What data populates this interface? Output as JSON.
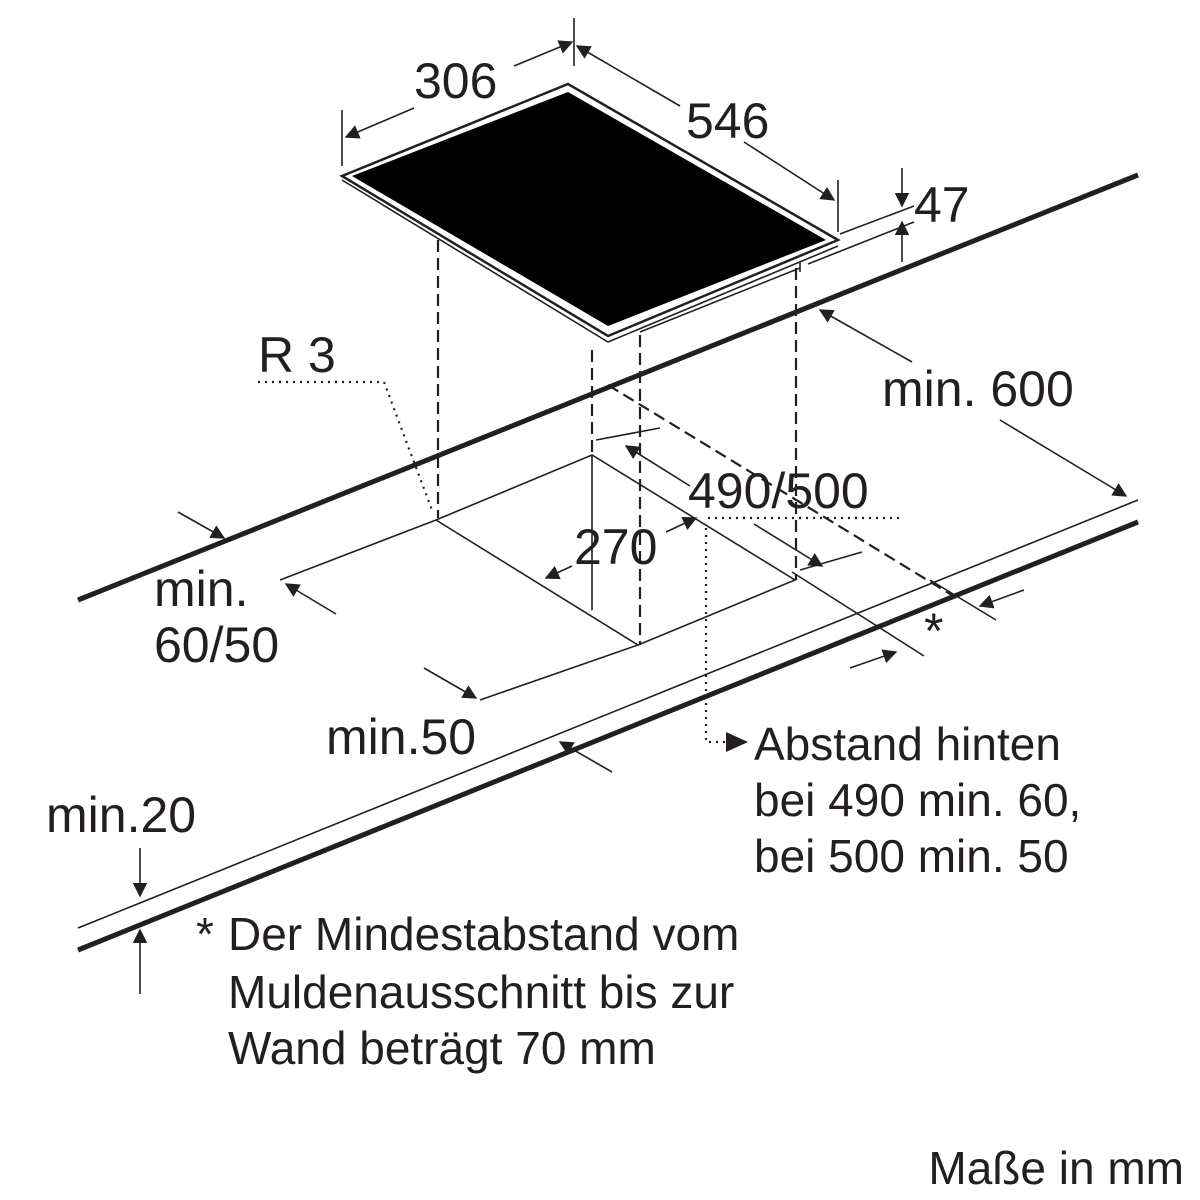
{
  "dimensions": {
    "width": "306",
    "depth": "546",
    "height": "47",
    "min_depth": "min. 600",
    "radius": "R 3",
    "cutout_depth": "490/500",
    "cutout_width": "270",
    "min_front_line1": "min.",
    "min_front_line2": "60/50",
    "min_side": "min.50",
    "min_worktop": "min.20",
    "asterisk": "*"
  },
  "notes": {
    "rear_distance": [
      "Abstand hinten",
      "bei 490 min. 60,",
      "bei 500 min. 50"
    ],
    "footnote_marker": "*",
    "footnote": [
      "Der Mindestabstand vom",
      "Muldenausschnitt bis zur",
      "Wand beträgt 70 mm"
    ],
    "units": "Maße in mm"
  },
  "colors": {
    "ink": "#231f20",
    "cooktop_glass": "#000000",
    "background": "#ffffff"
  }
}
